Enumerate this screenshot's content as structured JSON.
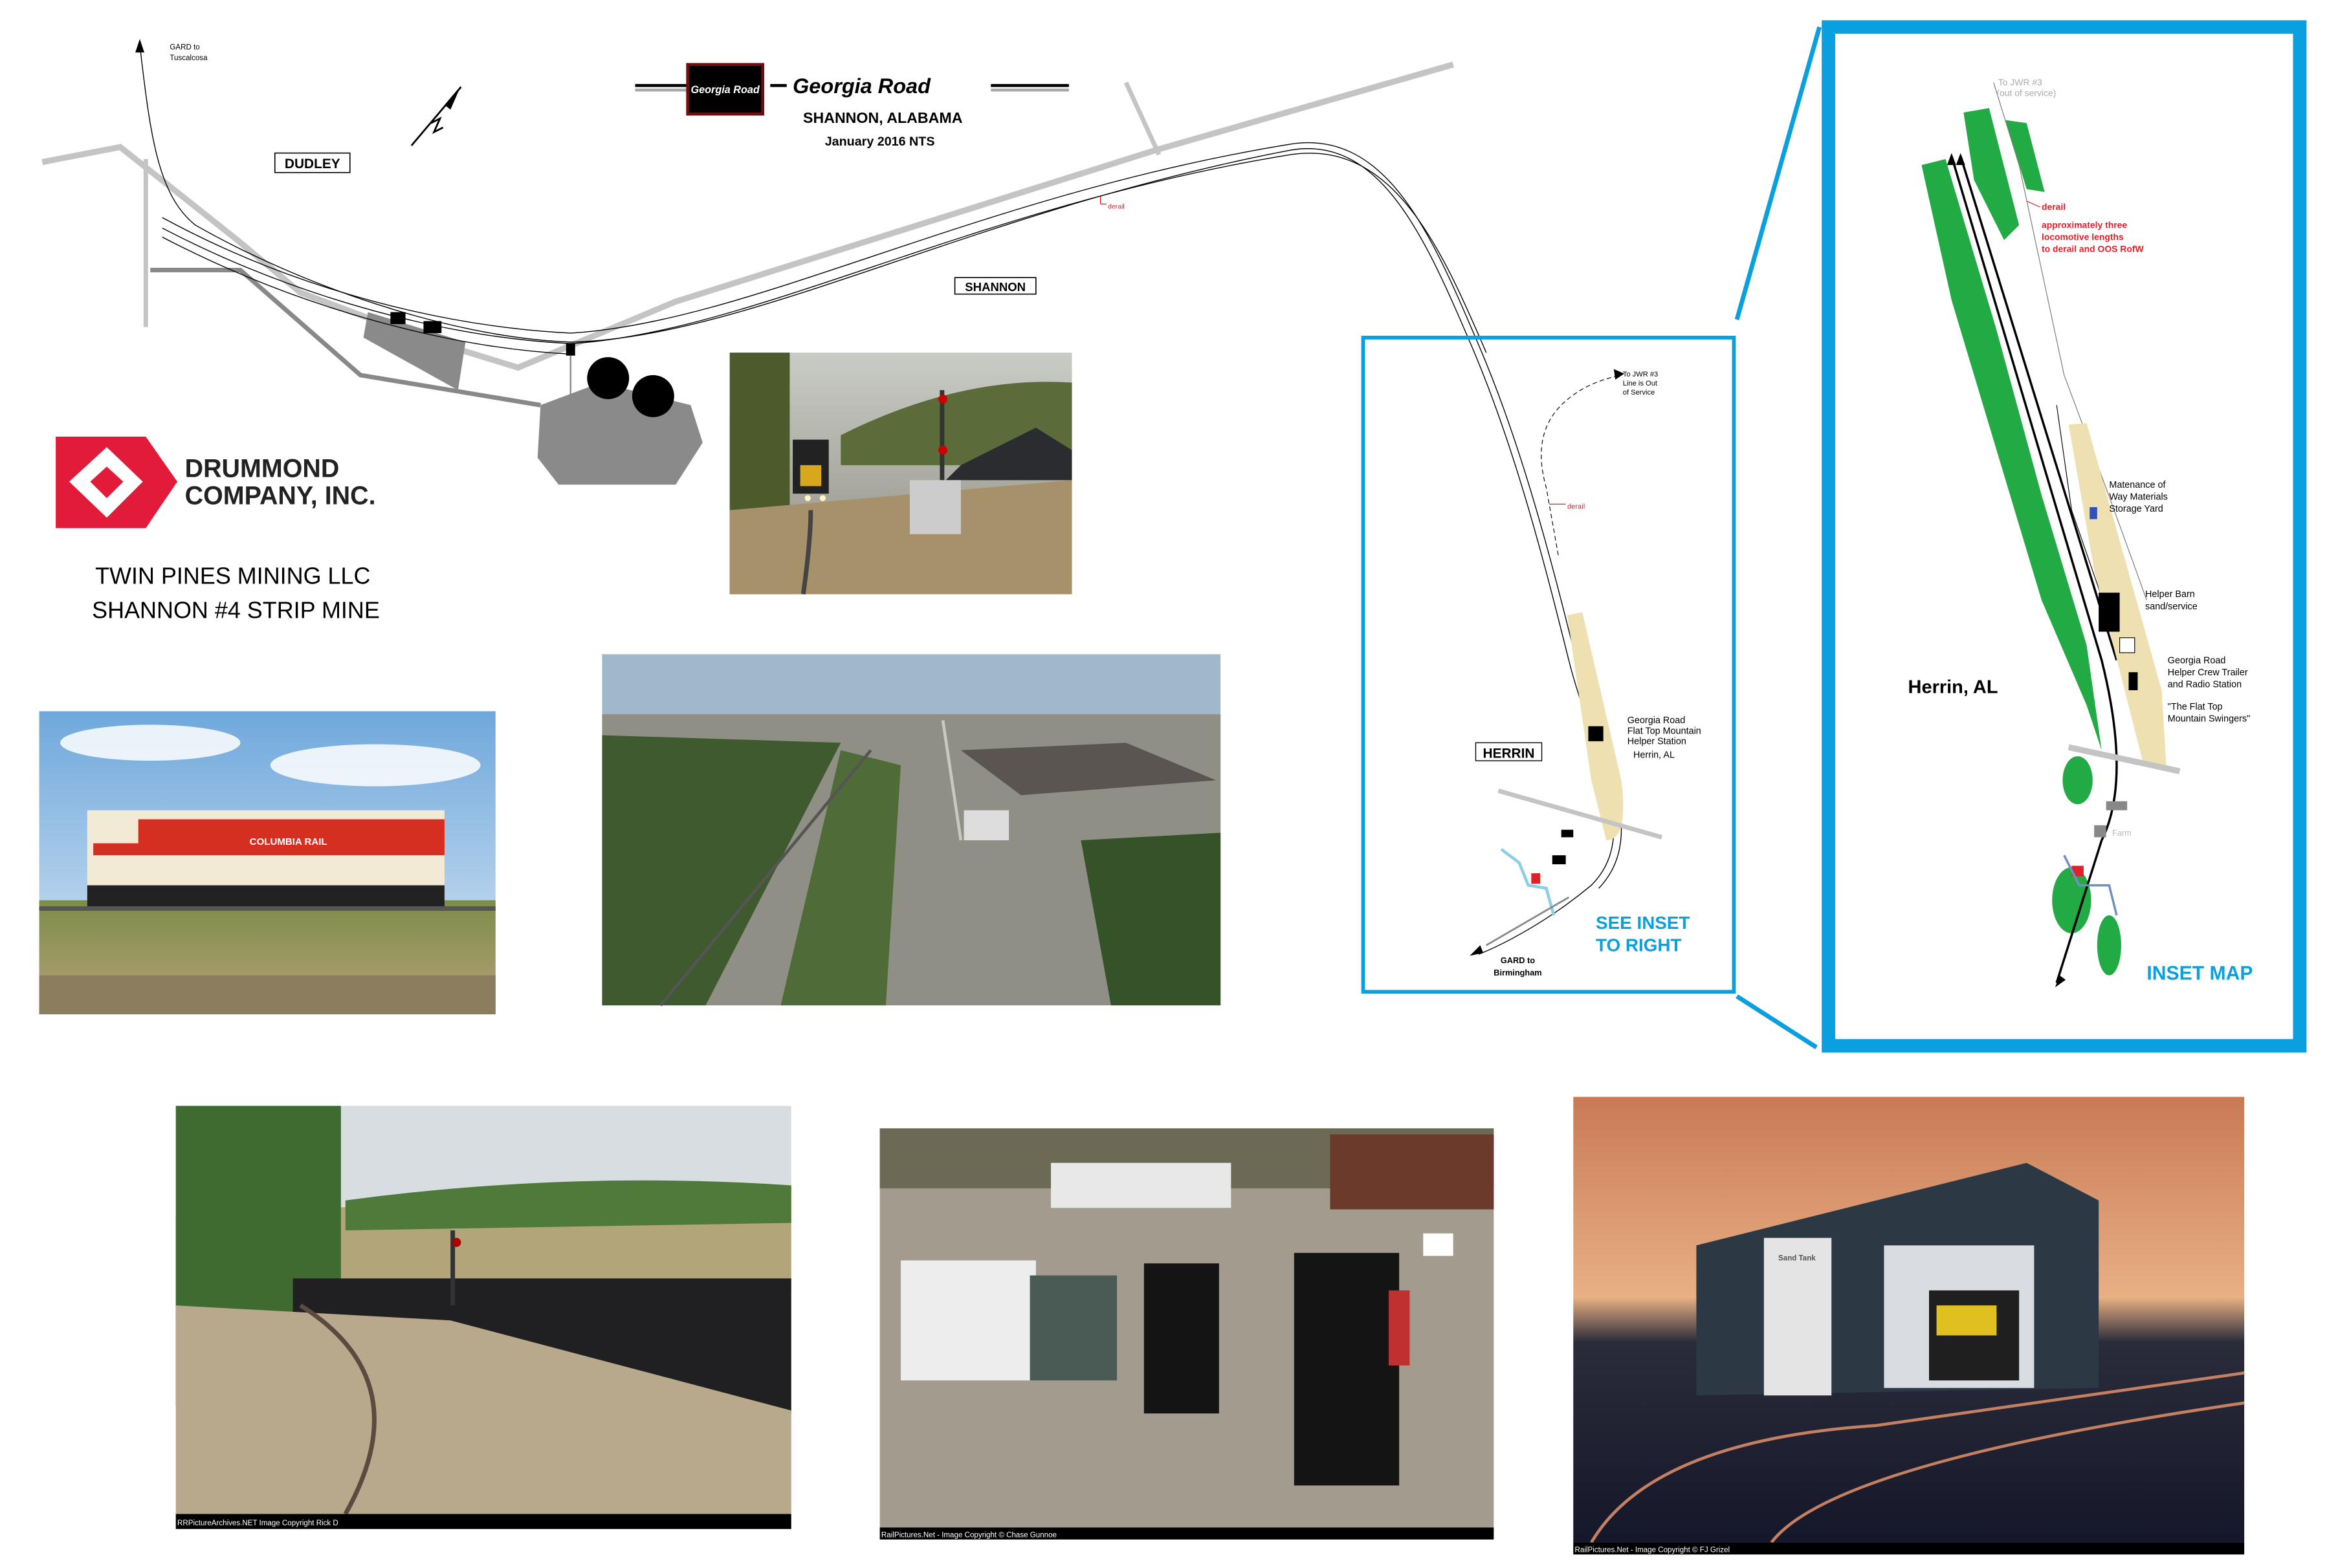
{
  "header": {
    "logo_text": "Georgia Road",
    "title": "Georgia Road",
    "location": "SHANNON, ALABAMA",
    "date": "January 2016 NTS"
  },
  "main_map": {
    "gard_north": [
      "GARD to",
      "Tuscalcosa"
    ],
    "dudley": "DUDLEY",
    "shannon": "SHANNON",
    "derail": "derail"
  },
  "company": {
    "logo_line1": "DRUMMOND",
    "logo_line2": "COMPANY, INC.",
    "mine_line1": "TWIN PINES MINING LLC",
    "mine_line2": "SHANNON #4 STRIP MINE"
  },
  "photos": {
    "loco_lettering": "COLUMBIA RAIL",
    "credit_1": "RRPictureArchives.NET Image Copyright Rick D",
    "credit_2": "RailPictures.Net - Image Copyright © Chase Gunnoe",
    "credit_3": "RailPictures.Net - Image Copyright © FJ Grizel",
    "shed_sign": "Sand Tank"
  },
  "herrin_map": {
    "jwr": [
      "To JWR #3",
      "Line is Out",
      "of Service"
    ],
    "derail": "derail",
    "station": [
      "Georgia Road",
      "Flat Top Mountain",
      "Helper Station",
      "Herrin, AL"
    ],
    "herrin": "HERRIN",
    "gard_south": [
      "GARD to",
      "Birmingham"
    ],
    "see_inset": [
      "SEE INSET",
      "TO RIGHT"
    ]
  },
  "inset_map": {
    "jwr": [
      "To JWR #3",
      "(out of service)"
    ],
    "derail": "derail",
    "note": [
      "approximately three",
      "locomotive lengths",
      "to derail and OOS RofW"
    ],
    "mow": [
      "Matenance of",
      "Way Materials",
      "Storage Yard"
    ],
    "barn": [
      "Helper Barn",
      "sand/service"
    ],
    "trailer": [
      "Georgia Road",
      "Helper Crew Trailer",
      "and Radio Station"
    ],
    "swingers": [
      "\"The Flat Top",
      "Mountain Swingers\""
    ],
    "town": "Herrin, AL",
    "farm": "Farm",
    "title": "INSET MAP"
  },
  "colors": {
    "accent_blue": "#0aa0e0",
    "derail_red": "#e0202a",
    "drummond_red": "#e31b3b",
    "tree_green": "#22aa44",
    "pad_tan": "#eee0b0"
  }
}
